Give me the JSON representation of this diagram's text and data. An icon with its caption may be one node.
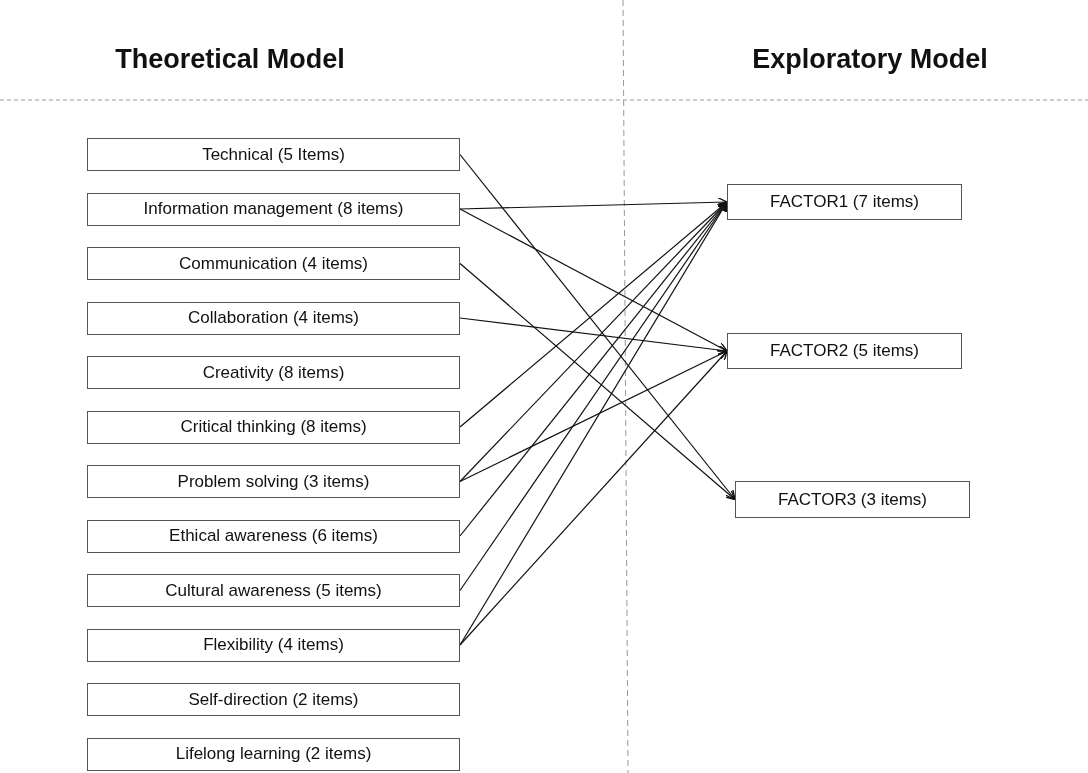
{
  "diagram": {
    "nodes": [
      {
        "text": [
          "Technical (5 Items)"
        ]
      },
      {
        "text": [
          "Information management (8 items)"
        ]
      },
      {
        "text": [
          "Communication (4 items)"
        ]
      },
      {
        "text": [
          "Collaboration (4 items)"
        ]
      },
      {
        "text": [
          "Creativity (8 items)"
        ]
      },
      {
        "text": [
          "Critical thinking (8 items)"
        ]
      },
      {
        "text": [
          "Problem solving (3 items)"
        ]
      },
      {
        "text": [
          "Ethical awareness  (6 items)"
        ]
      },
      {
        "text": [
          "Cultural awareness  (5 items)"
        ]
      },
      {
        "text": [
          "Flexibility  (4 items)"
        ]
      },
      {
        "text": [
          "Self-direction  (2 items)"
        ]
      },
      {
        "text": [
          "Lifelong learning  (2 items)"
        ]
      },
      {
        "text": [
          "FACTOR1 (7 items)"
        ]
      },
      {
        "text": [
          "FACTOR2 (5 items)"
        ]
      },
      {
        "text": [
          "FACTOR3 (3 items)"
        ]
      }
    ],
    "edges": [
      {
        "from": 0,
        "to": 14,
        "arrow": "to"
      },
      {
        "from": 1,
        "to": 12,
        "arrow": "to"
      },
      {
        "from": 1,
        "to": 13,
        "arrow": "to"
      },
      {
        "from": 2,
        "to": 14,
        "arrow": "to"
      },
      {
        "from": 3,
        "to": 13,
        "arrow": "to"
      },
      {
        "from": 5,
        "to": 12,
        "arrow": "to"
      },
      {
        "from": 6,
        "to": 12,
        "arrow": "to"
      },
      {
        "from": 6,
        "to": 13,
        "arrow": "to"
      },
      {
        "from": 7,
        "to": 12,
        "arrow": "to"
      },
      {
        "from": 8,
        "to": 12,
        "arrow": "to"
      },
      {
        "from": 9,
        "to": 12,
        "arrow": "to"
      },
      {
        "from": 9,
        "to": 13,
        "arrow": "to"
      }
    ],
    "labels": [
      "Theoretical Model",
      "Exploratory Model"
    ]
  }
}
